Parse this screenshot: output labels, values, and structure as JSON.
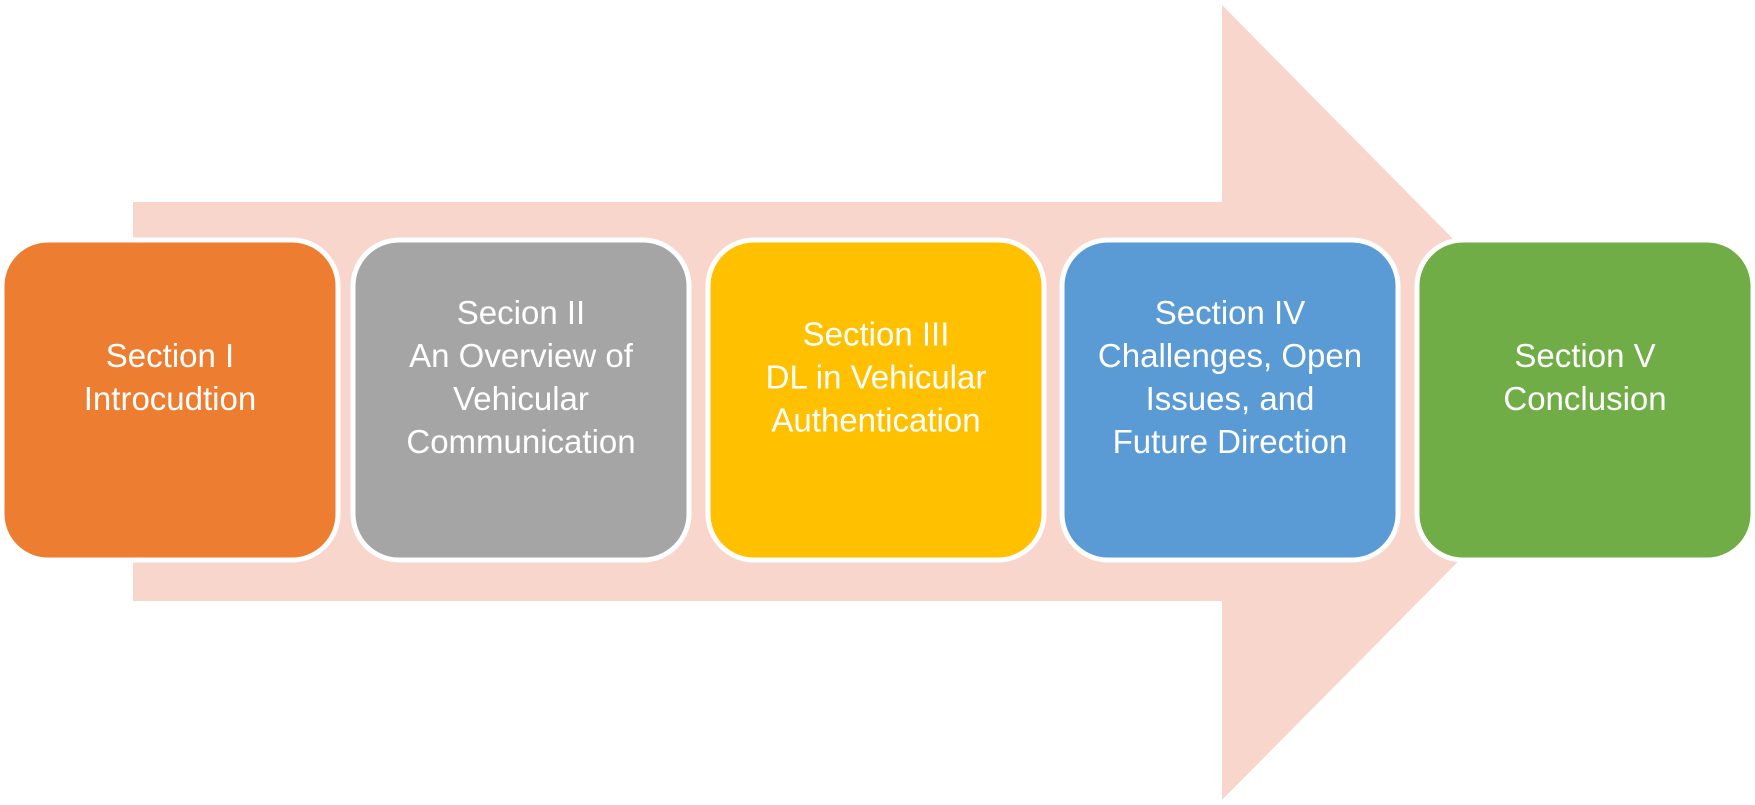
{
  "arrow": {
    "color": "#f8d6cb"
  },
  "sections": [
    {
      "lines": [
        "Section I",
        "Introcudtion"
      ],
      "color": "#ed7d31",
      "text_color": "#fce4d6"
    },
    {
      "lines": [
        "Secion II",
        "An Overview of",
        "Vehicular",
        "Communication"
      ],
      "color": "#a5a5a5",
      "text_color": "#ffffff"
    },
    {
      "lines": [
        "Section III",
        "DL in Vehicular",
        "Authentication"
      ],
      "color": "#ffc000",
      "text_color": "#fff2cc"
    },
    {
      "lines": [
        "Section IV",
        "Challenges, Open",
        "Issues, and",
        "Future Direction"
      ],
      "color": "#5b9bd5",
      "text_color": "#ffffff"
    },
    {
      "lines": [
        "Section V",
        "Conclusion"
      ],
      "color": "#70ad47",
      "text_color": "#e2efda"
    }
  ]
}
